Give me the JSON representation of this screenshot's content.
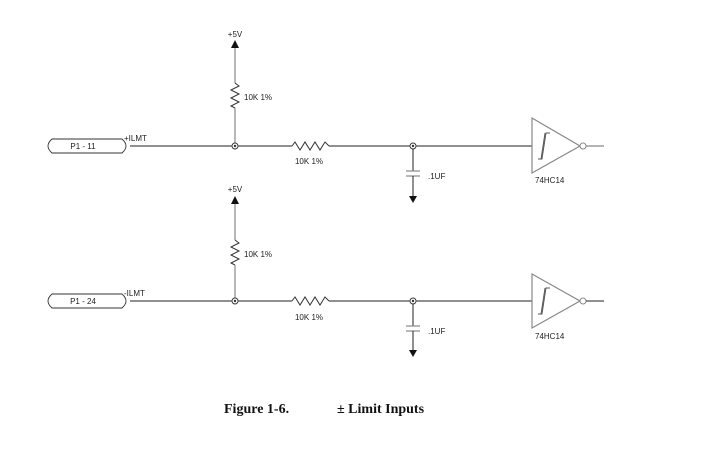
{
  "figure": {
    "number": "Figure 1-6.",
    "title": "± Limit Inputs"
  },
  "circuits": [
    {
      "connector": "P1 - 11",
      "signal": "+ILMT",
      "supply": "+5V",
      "pullup_resistor": "10K 1%",
      "series_resistor": "10K 1%",
      "capacitor": ".1UF",
      "gate": "74HC14"
    },
    {
      "connector": "P1 - 24",
      "signal": "-ILMT",
      "supply": "+5V",
      "pullup_resistor": "10K 1%",
      "series_resistor": "10K 1%",
      "capacitor": ".1UF",
      "gate": "74HC14"
    }
  ]
}
